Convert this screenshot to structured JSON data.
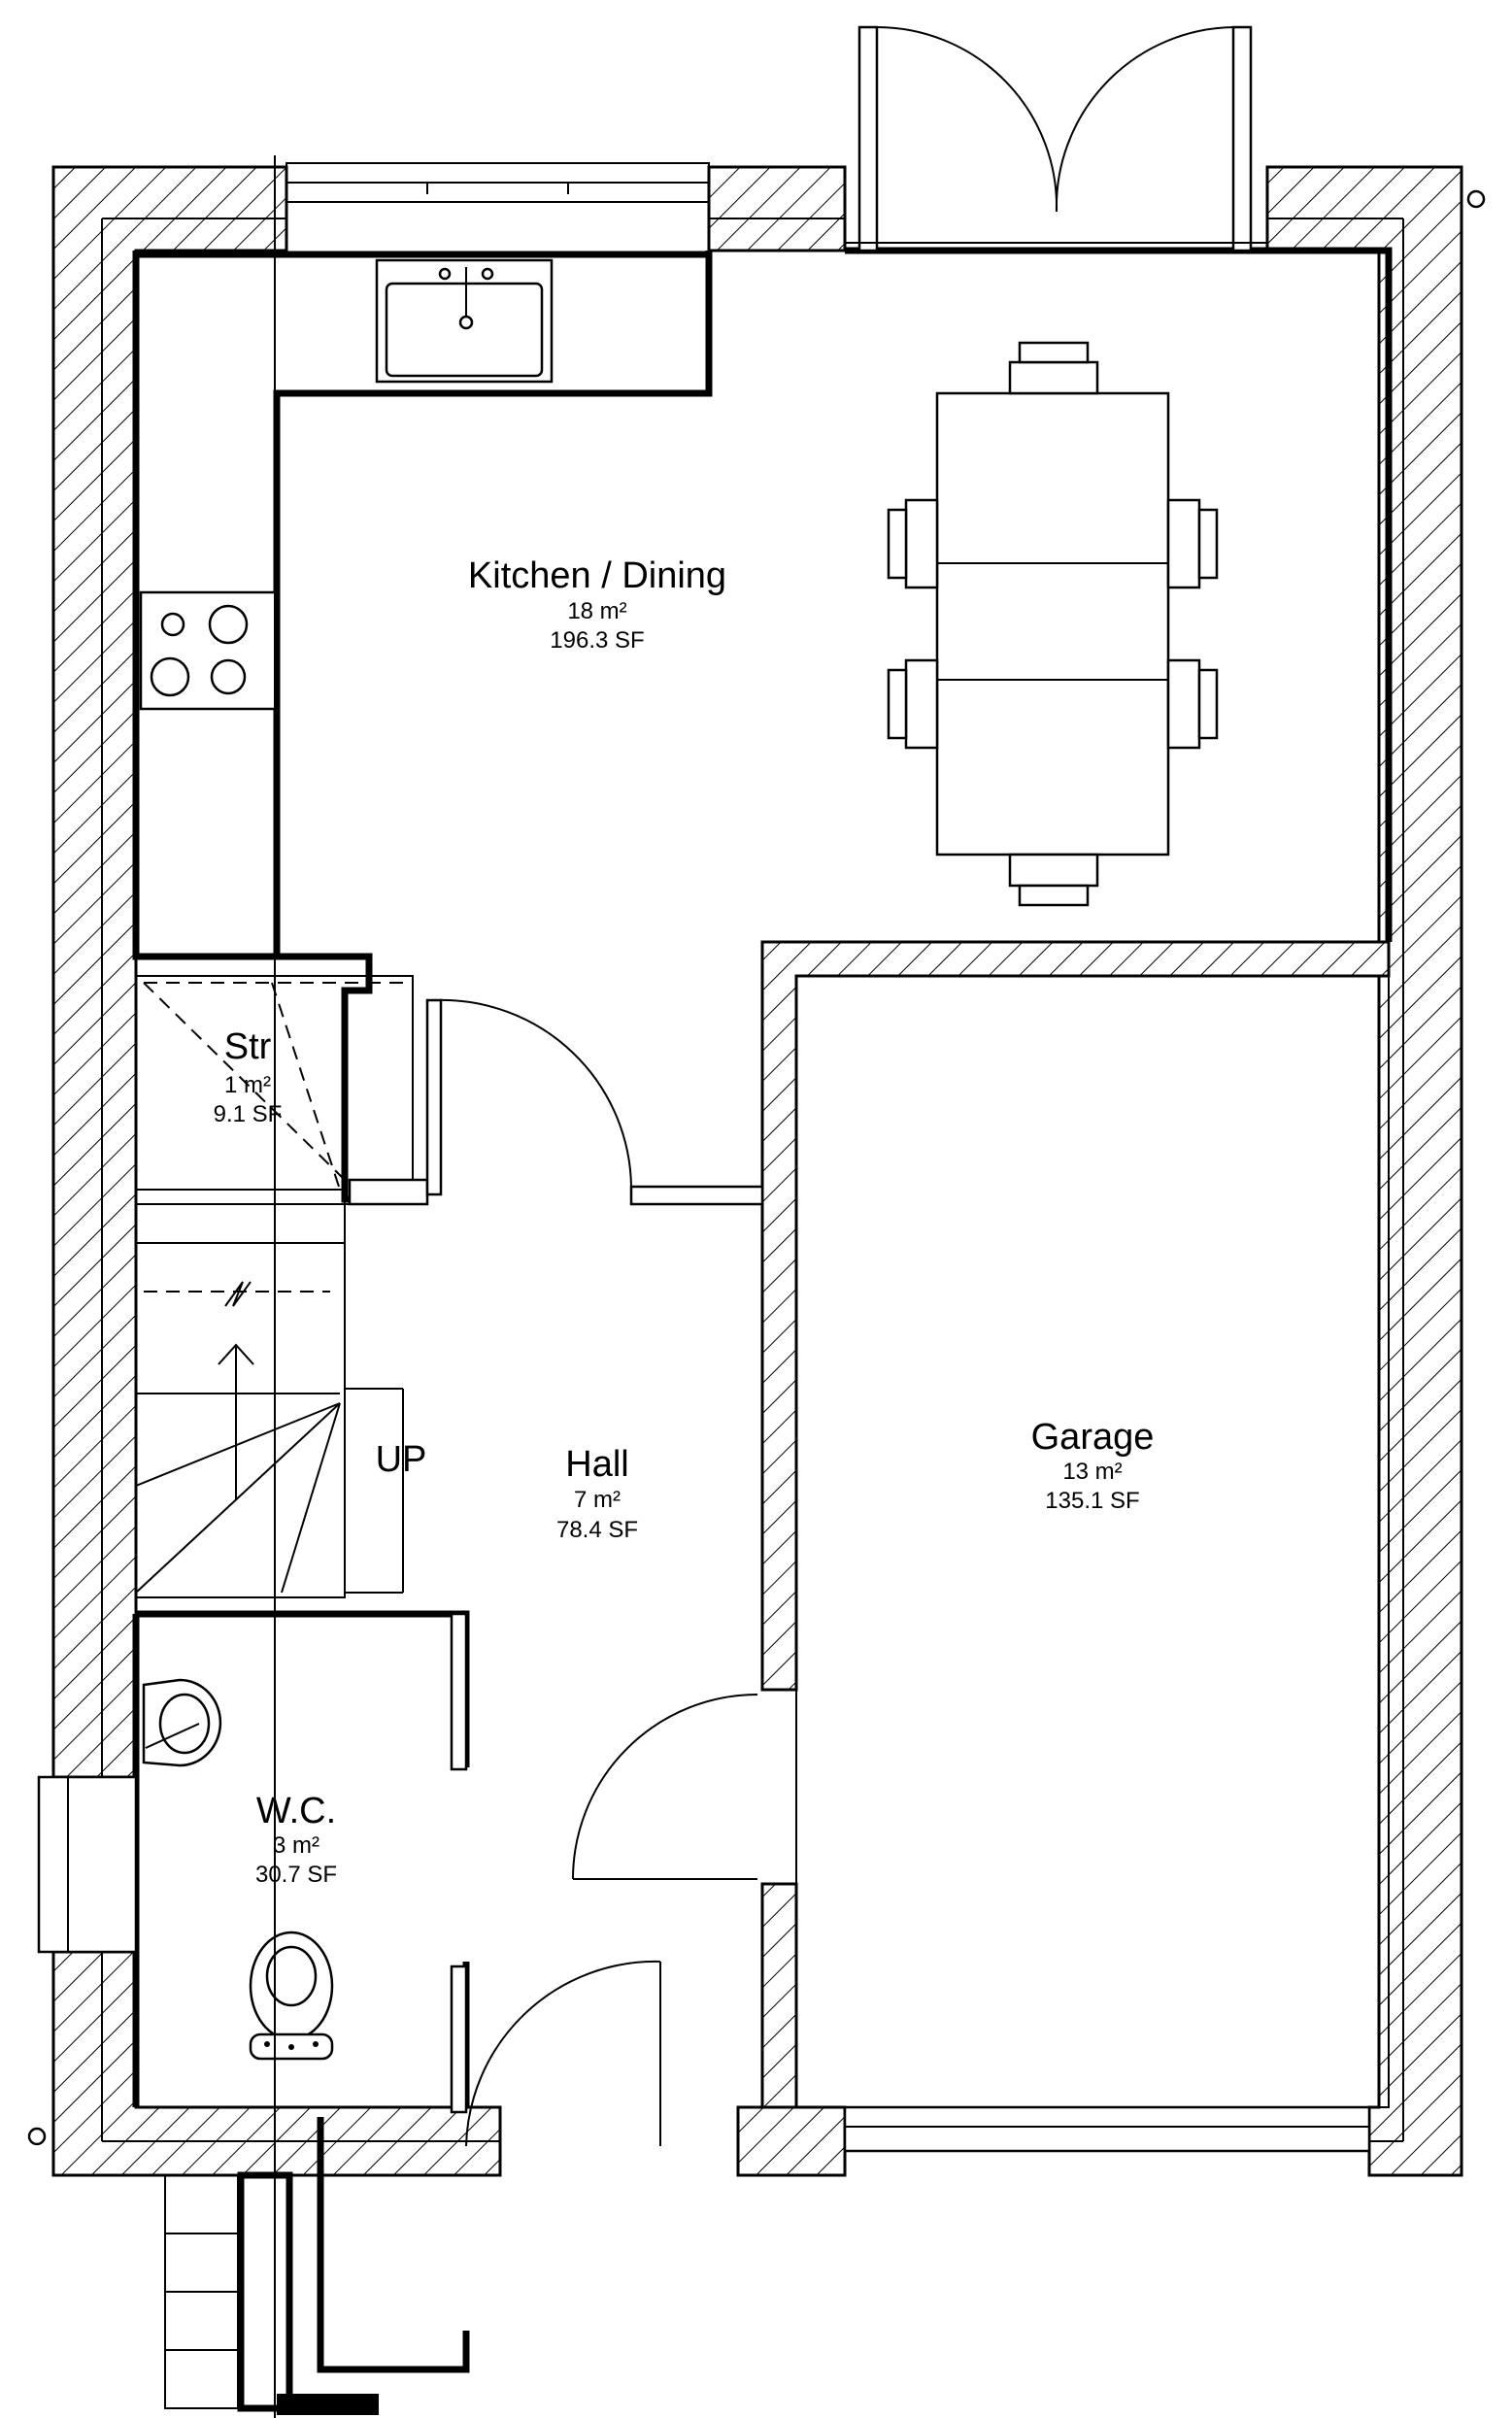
{
  "rooms": {
    "kitchen": {
      "name": "Kitchen / Dining",
      "area_m2": "18 m²",
      "area_sf": "196.3 SF"
    },
    "store": {
      "name": "Str",
      "area_m2": "1 m²",
      "area_sf": "9.1 SF"
    },
    "hall": {
      "name": "Hall",
      "area_m2": "7 m²",
      "area_sf": "78.4 SF"
    },
    "garage": {
      "name": "Garage",
      "area_m2": "13 m²",
      "area_sf": "135.1 SF"
    },
    "wc": {
      "name": "W.C.",
      "area_m2": "3 m²",
      "area_sf": "30.7 SF"
    }
  },
  "stairs": {
    "label": "UP"
  },
  "colors": {
    "line": "#000000",
    "background": "#ffffff"
  }
}
